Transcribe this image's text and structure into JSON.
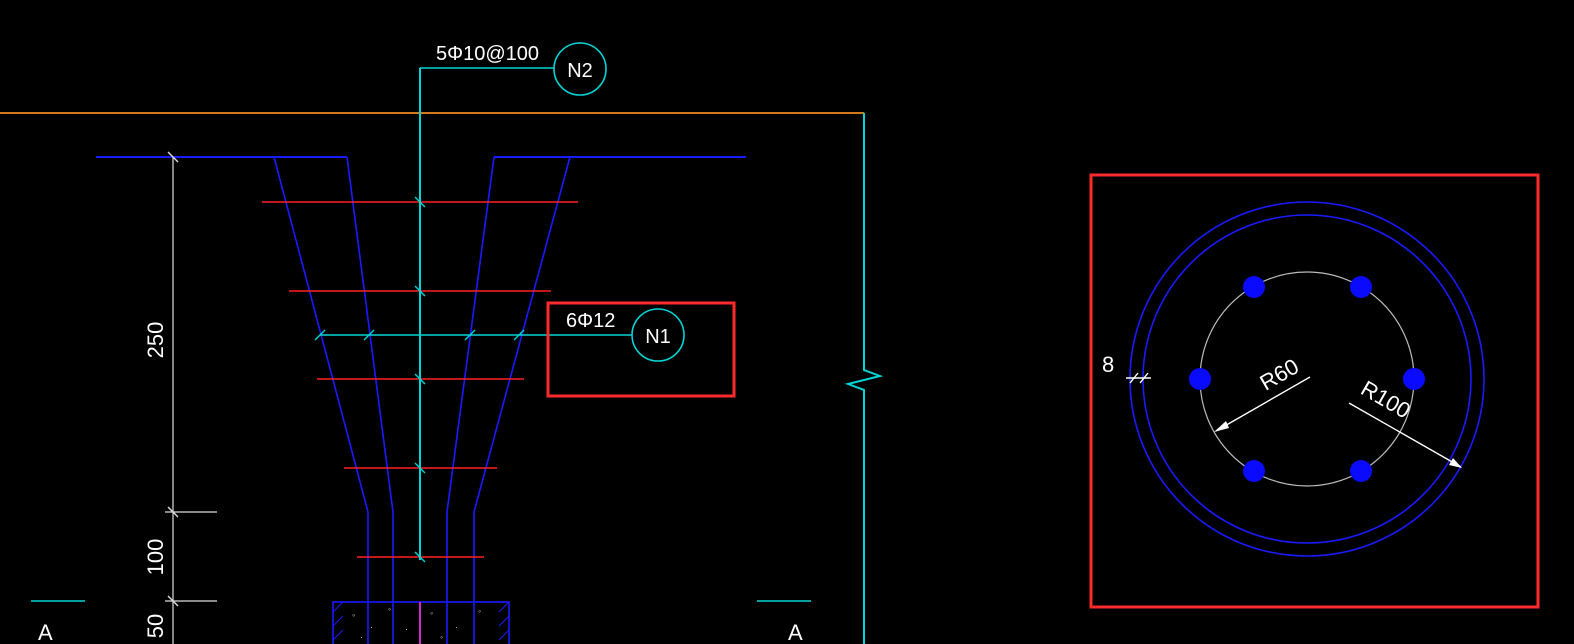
{
  "callouts": {
    "n2": {
      "spec": "5Φ10@100",
      "tag": "N2"
    },
    "n1": {
      "spec": "6Φ12",
      "tag": "N1"
    }
  },
  "dimensions": {
    "h250": "250",
    "h100": "100",
    "h50": "50"
  },
  "section_marks": {
    "left": "A",
    "right": "A"
  },
  "section_view": {
    "cover_dim": "8",
    "inner_radius": "R60",
    "outer_radius": "R100"
  },
  "colors": {
    "background": "#000000",
    "concrete_outline": "#1a1aff",
    "rebar_ties": "#ff2020",
    "center_rebar": "#00d5d5",
    "dim_lines": "#ffffff",
    "highlight_box": "#ff2a2a",
    "border_line": "#d4781e",
    "rebar_dots": "#0a0aff"
  }
}
